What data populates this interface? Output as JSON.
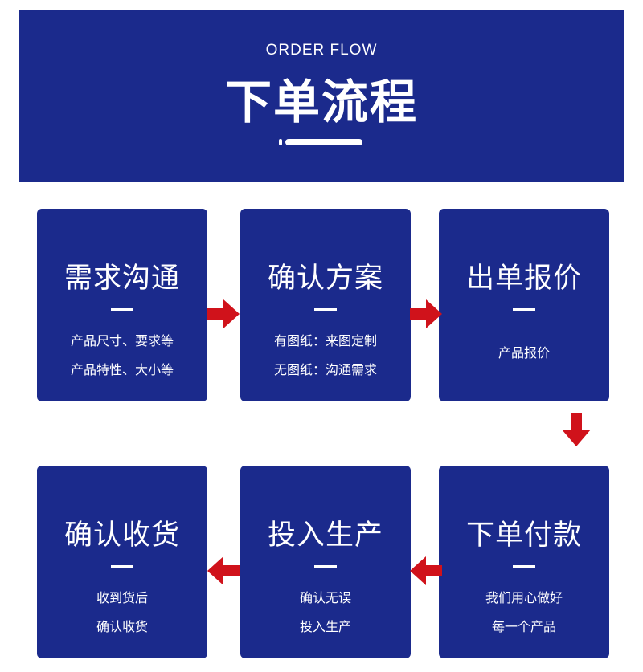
{
  "header": {
    "subtitle": "ORDER FLOW",
    "title": "下单流程"
  },
  "steps": [
    {
      "title": "需求沟通",
      "lines": [
        "产品尺寸、要求等",
        "产品特性、大小等"
      ]
    },
    {
      "title": "确认方案",
      "lines": [
        "有图纸：来图定制",
        "无图纸：沟通需求"
      ]
    },
    {
      "title": "出单报价",
      "lines": [
        "产品报价"
      ]
    },
    {
      "title": "下单付款",
      "lines": [
        "我们用心做好",
        "每一个产品"
      ]
    },
    {
      "title": "投入生产",
      "lines": [
        "确认无误",
        "投入生产"
      ]
    },
    {
      "title": "确认收货",
      "lines": [
        "收到货后",
        "确认收货"
      ]
    }
  ],
  "colors": {
    "card": "#1b2a8c",
    "arrow": "#d0121b"
  }
}
